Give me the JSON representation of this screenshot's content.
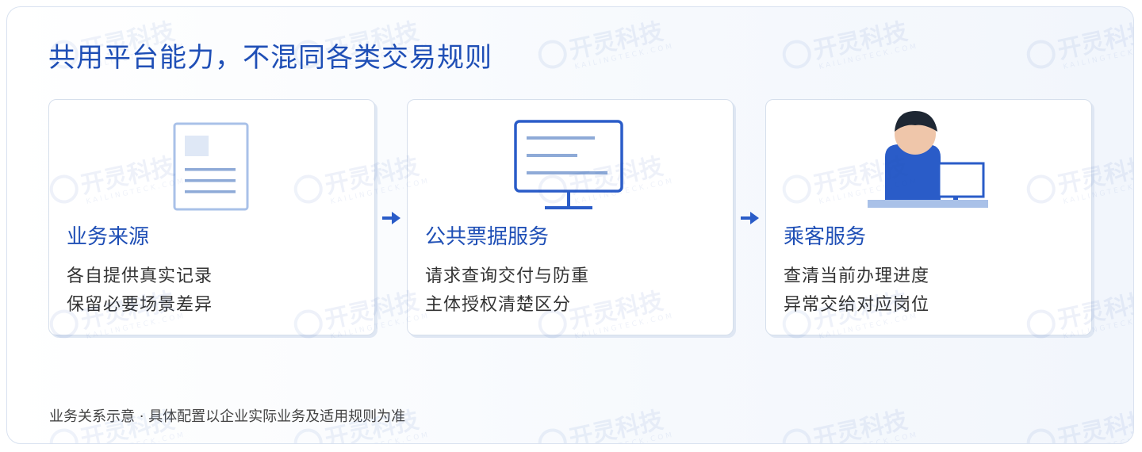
{
  "title": "共用平台能力，不混同各类交易规则",
  "cards": [
    {
      "icon": "document-icon",
      "title": "业务来源",
      "lines": [
        "各自提供真实记录",
        "保留必要场景差异"
      ]
    },
    {
      "icon": "monitor-icon",
      "title": "公共票据服务",
      "lines": [
        "请求查询交付与防重",
        "主体授权清楚区分"
      ]
    },
    {
      "icon": "person-at-computer-icon",
      "title": "乘客服务",
      "lines": [
        "查清当前办理进度",
        "异常交给对应岗位"
      ]
    }
  ],
  "footnote": "业务关系示意 · 具体配置以企业实际业务及适用规则为准",
  "watermark": {
    "brand": "开灵科技",
    "domain": "KAILINGTECK.COM"
  },
  "colors": {
    "accent": "#1f4fb6",
    "icon_blue": "#2a5cc8",
    "icon_light": "#a9c1e8",
    "border": "#d6dfec",
    "text": "#333333"
  }
}
